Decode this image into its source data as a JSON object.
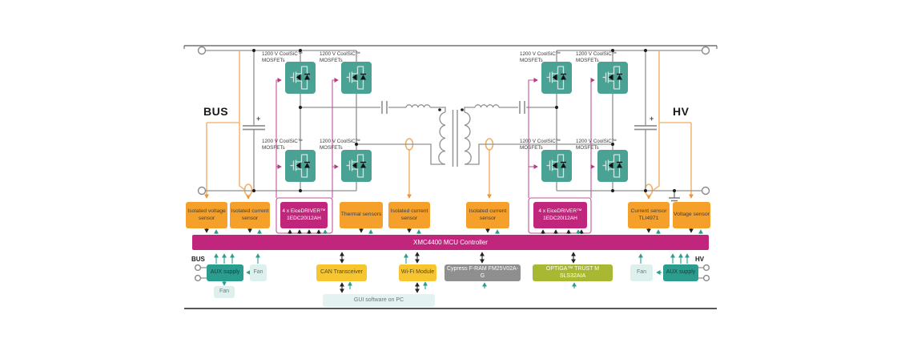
{
  "labels": {
    "bus_top": "BUS",
    "hv_top": "HV",
    "bus_bottom": "BUS",
    "hv_bottom": "HV",
    "plus": "+"
  },
  "mosfet_label": "1200 V CoolSiC™ MOSFETs",
  "mcu": {
    "label": "XMC4400 MCU Controller"
  },
  "sensors": [
    {
      "label": "Isolated voltage sensor"
    },
    {
      "label": "Isolated current sensor"
    },
    {
      "label": "4 x EiceDRIVER™ 1EDC20I12AH"
    },
    {
      "label": "Thermal sensors"
    },
    {
      "label": "Isolated current sensor"
    },
    {
      "label": "Isolated current sensor"
    },
    {
      "label": "4 x EiceDRIVER™ 1EDC20I12AH"
    },
    {
      "label": "Current sensor TLI4971"
    },
    {
      "label": "Voltage sensor"
    }
  ],
  "modules": {
    "aux_left": "AUX supply",
    "fan_left": "Fan",
    "fan_left_lower": "Fan",
    "can": "CAN Transceiver",
    "wifi": "Wi-Fi Module",
    "fram": "Cypress F-RAM FM25V02A-G",
    "gui": "GUI software on PC",
    "optiga": "OPTIGA™ TRUST M SLS32AIA",
    "fan_right": "Fan",
    "aux_right": "AUX supply"
  },
  "colors": {
    "block_orange": "#f5a02b",
    "block_magenta": "#c0267c",
    "mosfet_teal": "#4aa294",
    "accent_teal": "#2a9d8f",
    "block_yellow": "#f6c52f",
    "block_gray": "#8f8f8f",
    "block_lime": "#a9b832",
    "block_lightblue": "#def0ee",
    "wire_gray": "#909090",
    "wire_orange": "#f3b879",
    "wire_pink": "#c2549c"
  }
}
